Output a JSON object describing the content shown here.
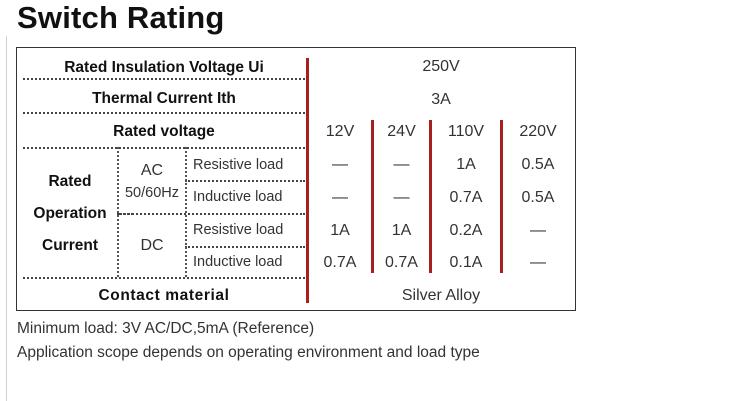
{
  "title": "Switch Rating",
  "table": {
    "insulation_label": "Rated Insulation Voltage Ui",
    "insulation_value": "250V",
    "thermal_label": "Thermal Current Ith",
    "thermal_value": "3A",
    "rated_voltage_label": "Rated voltage",
    "voltages": [
      "12V",
      "24V",
      "110V",
      "220V"
    ],
    "roc_label": [
      "Rated",
      "Operation",
      "Current"
    ],
    "ac_label": "AC",
    "ac_freq": "50/60Hz",
    "dc_label": "DC",
    "resistive_load": "Resistive load",
    "inductive_load": "Inductive load",
    "ac_resistive": [
      "—",
      "—",
      "1A",
      "0.5A"
    ],
    "ac_inductive": [
      "—",
      "—",
      "0.7A",
      "0.5A"
    ],
    "dc_resistive": [
      "1A",
      "1A",
      "0.2A",
      "—"
    ],
    "dc_inductive": [
      "0.7A",
      "0.7A",
      "0.1A",
      "—"
    ],
    "contact_label": "Contact material",
    "contact_value": "Silver Alloy"
  },
  "notes": [
    "Minimum load: 3V AC/DC,5mA (Reference)",
    "Application scope depends on operating environment and load type"
  ]
}
